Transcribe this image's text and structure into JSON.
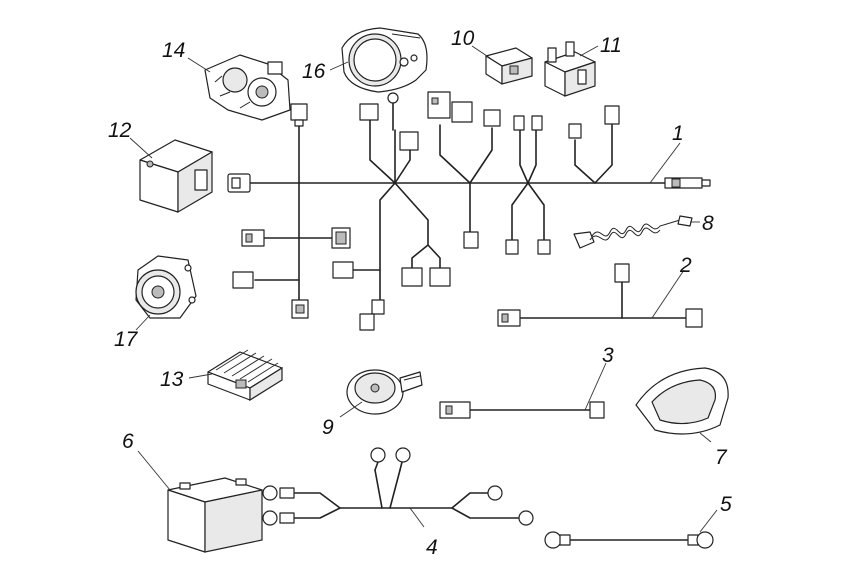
{
  "callouts": [
    {
      "id": "c1",
      "text": "1"
    },
    {
      "id": "c2",
      "text": "2"
    },
    {
      "id": "c3",
      "text": "3"
    },
    {
      "id": "c4",
      "text": "4"
    },
    {
      "id": "c5",
      "text": "5"
    },
    {
      "id": "c6",
      "text": "6"
    },
    {
      "id": "c7",
      "text": "7"
    },
    {
      "id": "c8",
      "text": "8"
    },
    {
      "id": "c9",
      "text": "9"
    },
    {
      "id": "c10",
      "text": "10"
    },
    {
      "id": "c11",
      "text": "11"
    },
    {
      "id": "c12",
      "text": "12"
    },
    {
      "id": "c13",
      "text": "13"
    },
    {
      "id": "c14",
      "text": "14"
    },
    {
      "id": "c16",
      "text": "16"
    },
    {
      "id": "c17",
      "text": "17"
    }
  ],
  "colors": {
    "line": "#222222",
    "fill_light": "#e9e9e9",
    "background": "#ffffff"
  }
}
